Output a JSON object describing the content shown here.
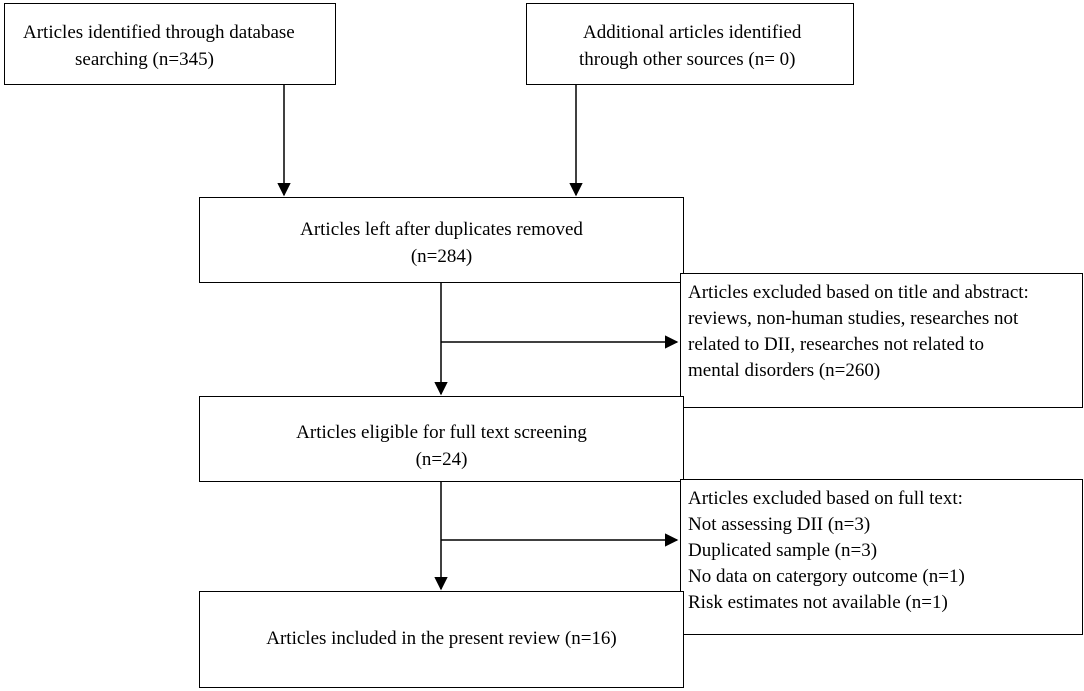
{
  "boxes": {
    "database": {
      "line1": "Articles identified through database",
      "line2": "searching (n=345)"
    },
    "other_sources": {
      "line1": "Additional articles identified",
      "line2": "through  other sources (n= 0)"
    },
    "after_duplicates": {
      "line1": "Articles left after duplicates removed",
      "line2": "(n=284)"
    },
    "excluded_title": {
      "lines": [
        "Articles excluded based on title and abstract:",
        "reviews, non-human studies, researches not",
        "related to DII, researches not related to",
        "mental disorders (n=260)"
      ]
    },
    "full_text": {
      "line1": "Articles eligible for full text screening",
      "line2": "(n=24)"
    },
    "excluded_full": {
      "lines": [
        "Articles excluded based on full text:",
        "Not assessing DII (n=3)",
        "Duplicated sample (n=3)",
        "No data on catergory outcome (n=1)",
        "Risk estimates not available (n=1)"
      ]
    },
    "included": {
      "line1": "Articles included in the present review (n=16)"
    }
  }
}
